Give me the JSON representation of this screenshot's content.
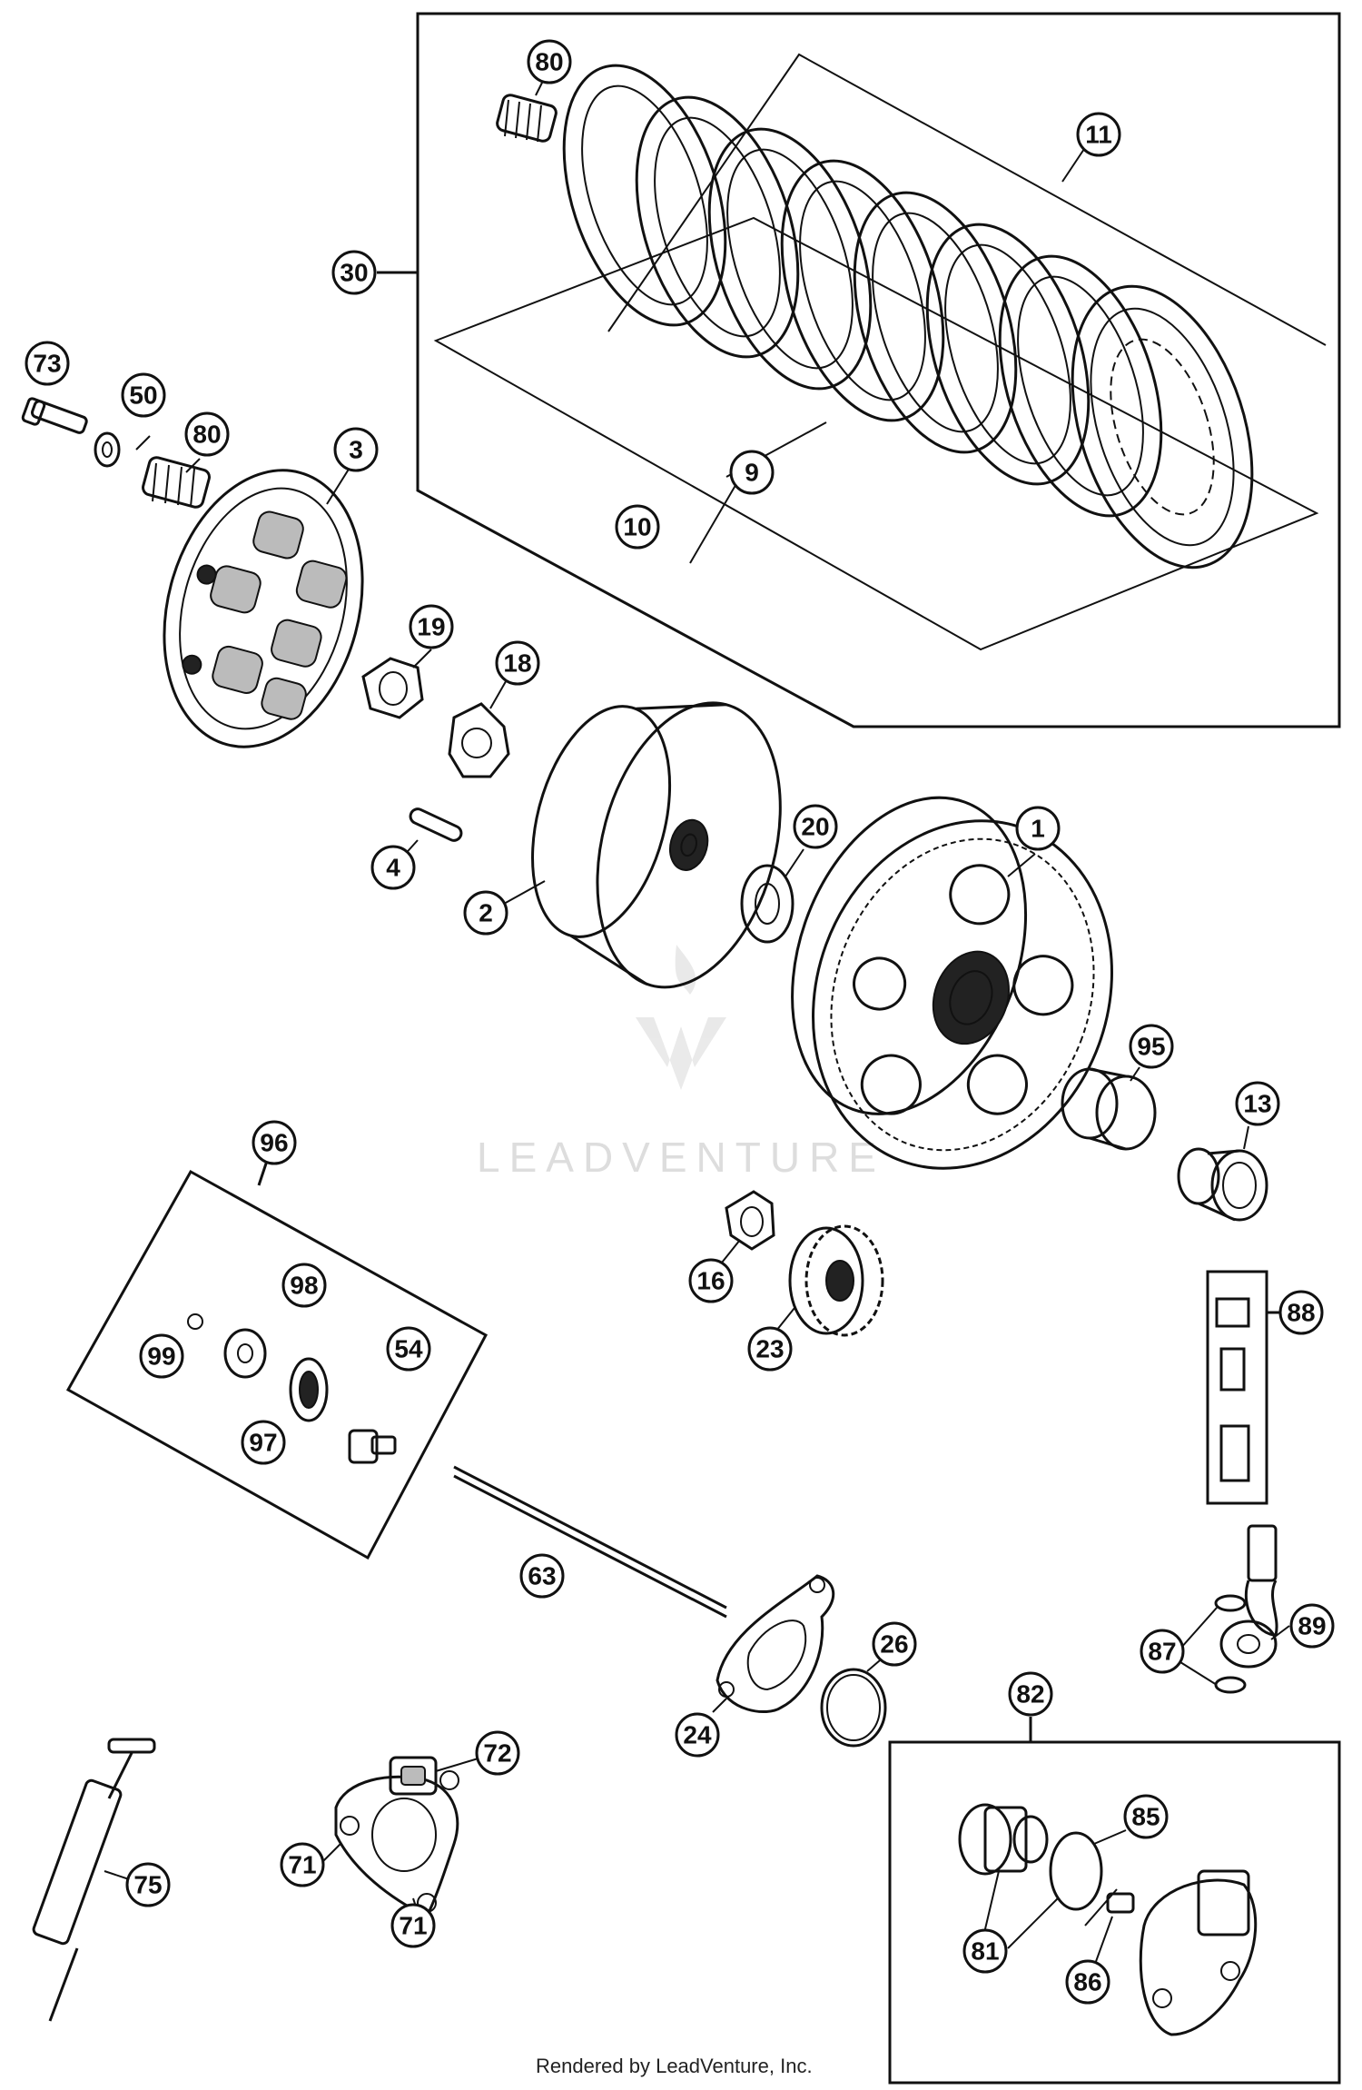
{
  "callouts": {
    "c80a": "80",
    "c11": "11",
    "c30": "30",
    "c9": "9",
    "c10": "10",
    "c73": "73",
    "c50": "50",
    "c80b": "80",
    "c3": "3",
    "c19": "19",
    "c18": "18",
    "c20": "20",
    "c1": "1",
    "c4": "4",
    "c2": "2",
    "c95": "95",
    "c13": "13",
    "c96": "96",
    "c98": "98",
    "c99": "99",
    "c54": "54",
    "c97": "97",
    "c16": "16",
    "c23": "23",
    "c88": "88",
    "c63": "63",
    "c26": "26",
    "c24": "24",
    "c89": "89",
    "c87": "87",
    "c82": "82",
    "c72": "72",
    "c75": "75",
    "c71a": "71",
    "c71b": "71",
    "c85": "85",
    "c81": "81",
    "c86": "86"
  },
  "watermark": {
    "text": "LEADVENTURE"
  },
  "footer": {
    "text": "Rendered by LeadVenture, Inc."
  },
  "colors": {
    "ink": "#111111",
    "watermark": "#dddddd",
    "background": "#ffffff"
  }
}
